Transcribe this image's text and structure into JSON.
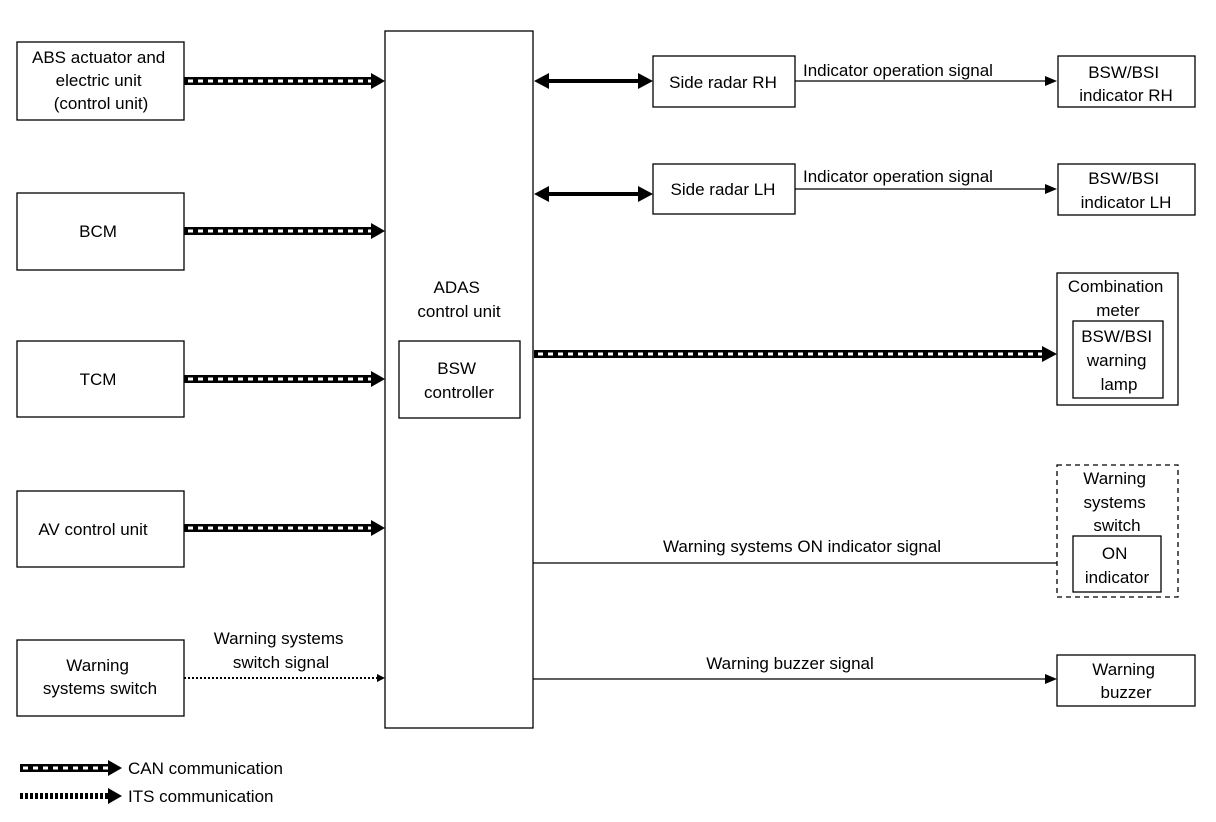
{
  "nodes": {
    "abs": {
      "lines": [
        "ABS actuator and",
        "electric unit",
        "(control unit)"
      ]
    },
    "bcm": {
      "lines": [
        "BCM"
      ]
    },
    "tcm": {
      "lines": [
        "TCM"
      ]
    },
    "av": {
      "lines": [
        "AV control unit"
      ]
    },
    "warning_switch_left": {
      "lines": [
        "Warning",
        "systems switch"
      ]
    },
    "adas": {
      "lines": [
        "ADAS",
        "control unit"
      ]
    },
    "bsw_controller": {
      "lines": [
        "BSW",
        "controller"
      ]
    },
    "side_radar_rh": {
      "lines": [
        "Side radar RH"
      ]
    },
    "side_radar_lh": {
      "lines": [
        "Side radar LH"
      ]
    },
    "bsw_indicator_rh": {
      "lines": [
        "BSW/BSI",
        "indicator RH"
      ]
    },
    "bsw_indicator_lh": {
      "lines": [
        "BSW/BSI",
        "indicator LH"
      ]
    },
    "combination_meter": {
      "lines": [
        "Combination",
        "meter"
      ]
    },
    "bsw_warning_lamp": {
      "lines": [
        "BSW/BSI",
        "warning",
        "lamp"
      ]
    },
    "warning_switch_right": {
      "lines": [
        "Warning",
        "systems",
        "switch"
      ]
    },
    "on_indicator": {
      "lines": [
        "ON",
        "indicator"
      ]
    },
    "warning_buzzer": {
      "lines": [
        "Warning",
        "buzzer"
      ]
    }
  },
  "signals": {
    "indicator_rh": {
      "lines": [
        "Indicator operation signal"
      ]
    },
    "indicator_lh": {
      "lines": [
        "Indicator operation signal"
      ]
    },
    "switch_signal": {
      "lines": [
        "Warning systems",
        "switch signal"
      ]
    },
    "on_indicator_signal": {
      "lines": [
        "Warning systems ON indicator signal"
      ]
    },
    "buzzer_signal": {
      "lines": [
        "Warning buzzer signal"
      ]
    }
  },
  "legend": {
    "can": "CAN communication",
    "its": "ITS communication"
  }
}
